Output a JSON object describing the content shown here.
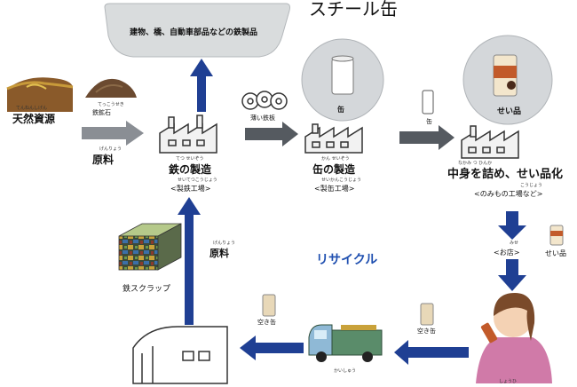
{
  "title": "スチール缶",
  "nodes": {
    "products_banner": "建物、橋、自動車部品などの鉄製品",
    "natural_resources": {
      "label": "天然資源",
      "furigana": "てんねんしげん"
    },
    "iron_ore": {
      "label": "鉄鉱石",
      "furigana": "てっこうせき"
    },
    "raw_material": {
      "label": "原料",
      "furigana": "げんりょう"
    },
    "steelmaking": {
      "label": "鉄の製造",
      "furigana": "てつ せいぞう",
      "sub": "<製鉄工場>",
      "sub_furigana": "せいてつこうじょう"
    },
    "thin_sheet": "薄い鉄板",
    "can_making": {
      "label": "缶の製造",
      "furigana": "かん せいぞう",
      "sub": "<製缶工場>",
      "sub_furigana": "せいかんこうじょう"
    },
    "can_bubble": "缶",
    "can_small": "缶",
    "filling": {
      "label": "中身を詰め、せい品化",
      "furigana": "なかみ つ ひんか",
      "sub": "<のみもの工場など>",
      "sub_furigana": "こうじょう"
    },
    "product_bubble": "せい品",
    "store": {
      "label": "<お店>",
      "furigana": "みせ"
    },
    "product_side": "せい品",
    "consumer": "しょうひ",
    "empty_can_1": "空き缶",
    "collection": "かいしゅう",
    "empty_can_2": "空き缶",
    "scrap": "鉄スクラップ",
    "raw_material_2": {
      "label": "原料",
      "furigana": "げんりょう"
    },
    "recycle": "リサイクル"
  },
  "colors": {
    "arrow_blue": "#1f3f93",
    "arrow_gray": "#8a8e94",
    "recycle_text": "#1f4fb0",
    "banner_bg": "#d9dcdd",
    "bubble_bg": "#d4d7da"
  }
}
